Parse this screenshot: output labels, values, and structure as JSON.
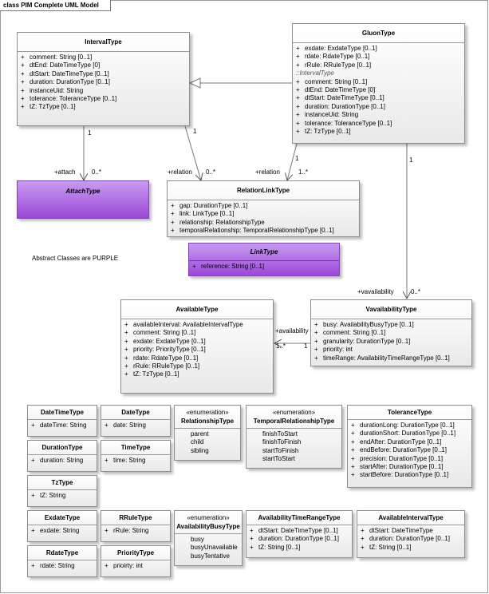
{
  "frame": {
    "title": "class PIM Complete UML Model"
  },
  "note": "Abstract Classes are PURPLE",
  "classes": {
    "interval": {
      "name": "IntervalType",
      "attrs": [
        "comment: String [0..1]",
        "dtEnd: DateTimeType [0]",
        "dtStart: DateTimeType [0..1]",
        "duration: DurationType [0..1]",
        "instanceUid: String",
        "tolerance: ToleranceType [0..1]",
        "tZ: TzType [0..1]"
      ]
    },
    "gluon": {
      "name": "GluonType",
      "attrs": [
        "exdate: ExdateType [0..1]",
        "rdate: RdateType [0..1]",
        "rRule: RRuleType [0..1]"
      ],
      "inherited_label": "::IntervalType",
      "inherited": [
        "comment: String [0..1]",
        "dtEnd: DateTimeType [0]",
        "dtStart: DateTimeType [0..1]",
        "duration: DurationType [0..1]",
        "instanceUid: String",
        "tolerance: ToleranceType [0..1]",
        "tZ: TzType [0..1]"
      ]
    },
    "attach": {
      "name": "AttachType"
    },
    "relationlink": {
      "name": "RelationLinkType",
      "attrs": [
        "gap: DurationType [0..1]",
        "link: LinkType [0..1]",
        "relationship: RelationshipType",
        "temporalRelationship: TemporalRelationshipType [0..1]"
      ]
    },
    "link": {
      "name": "LinkType",
      "attrs": [
        "reference: String [0..1]"
      ]
    },
    "available": {
      "name": "AvailableType",
      "attrs": [
        "availableInterval: AvailableIntervalType",
        "comment: String [0..1]",
        "exdate: ExdateType [0..1]",
        "priority: PriorityType [0..1]",
        "rdate: RdateType [0..1]",
        "rRule: RRuleType [0..1]",
        "tZ: TzType [0..1]"
      ]
    },
    "vavailability": {
      "name": "VavailabilityType",
      "attrs": [
        "busy: AvailabilityBusyType [0..1]",
        "comment: String [0..1]",
        "granularity: DurationType [0..1]",
        "priority: int",
        "timeRange: AvailabilityTimeRangeType [0..1]"
      ]
    },
    "datetime": {
      "name": "DateTimeType",
      "attrs": [
        "dateTime: String"
      ]
    },
    "date": {
      "name": "DateType",
      "attrs": [
        "date: String"
      ]
    },
    "relationship": {
      "stereotype": "«enumeration»",
      "name": "RelationshipType",
      "literals": [
        "parent",
        "child",
        "sibling"
      ]
    },
    "temporal": {
      "stereotype": "«enumeration»",
      "name": "TemporalRelationshipType",
      "literals": [
        "finishToStart",
        "finishToFinish",
        "startToFinish",
        "startToStart"
      ]
    },
    "tolerance": {
      "name": "ToleranceType",
      "attrs": [
        "durationLong: DurationType [0..1]",
        "durationShort: DurationType [0..1]",
        "endAfter: DurationType [0..1]",
        "endBefore: DurationType [0..1]",
        "precision: DurationType [0..1]",
        "startAfter: DurationType [0..1]",
        "startBefore: DurationType [0..1]"
      ]
    },
    "duration": {
      "name": "DurationType",
      "attrs": [
        "duration: String"
      ]
    },
    "time": {
      "name": "TimeType",
      "attrs": [
        "time: String"
      ]
    },
    "tz": {
      "name": "TzType",
      "attrs": [
        "tZ: String"
      ]
    },
    "exdate": {
      "name": "ExdateType",
      "attrs": [
        "exdate: String"
      ]
    },
    "rrule": {
      "name": "RRuleType",
      "attrs": [
        "rRule: String"
      ]
    },
    "busy": {
      "stereotype": "«enumeration»",
      "name": "AvailabilityBusyType",
      "literals": [
        "busy",
        "busyUnavailable",
        "busyTentative"
      ]
    },
    "timerange": {
      "name": "AvailabilityTimeRangeType",
      "attrs": [
        "dtStart: DateTimeType [0..1]",
        "duration: DurationType [0..1]",
        "tZ: String [0..1]"
      ]
    },
    "availinterval": {
      "name": "AvailableIntervalType",
      "attrs": [
        "dtStart: DateTimeType",
        "duration: DurationType [0..1]",
        "tZ: String [0..1]"
      ]
    },
    "rdate": {
      "name": "RdateType",
      "attrs": [
        "rdate: String"
      ]
    },
    "priority": {
      "name": "PriorityType",
      "attrs": [
        "prioirty: int"
      ]
    }
  },
  "labels": {
    "interval_attach_mult": "1",
    "attach_role": "+attach",
    "attach_mult": "0..*",
    "interval_rel_mult": "1",
    "interval_rel_role": "+relation",
    "interval_rel_target_mult": "0..*",
    "gluon_rel_mult": "1",
    "gluon_rel_role": "+relation",
    "gluon_rel_target_mult": "1..*",
    "gluon_vav_mult": "1",
    "vav_role": "+vavailability",
    "vav_mult": "0..*",
    "avail_role": "+availability",
    "avail_mult": "1..*",
    "vav_avail_mult": "1"
  }
}
